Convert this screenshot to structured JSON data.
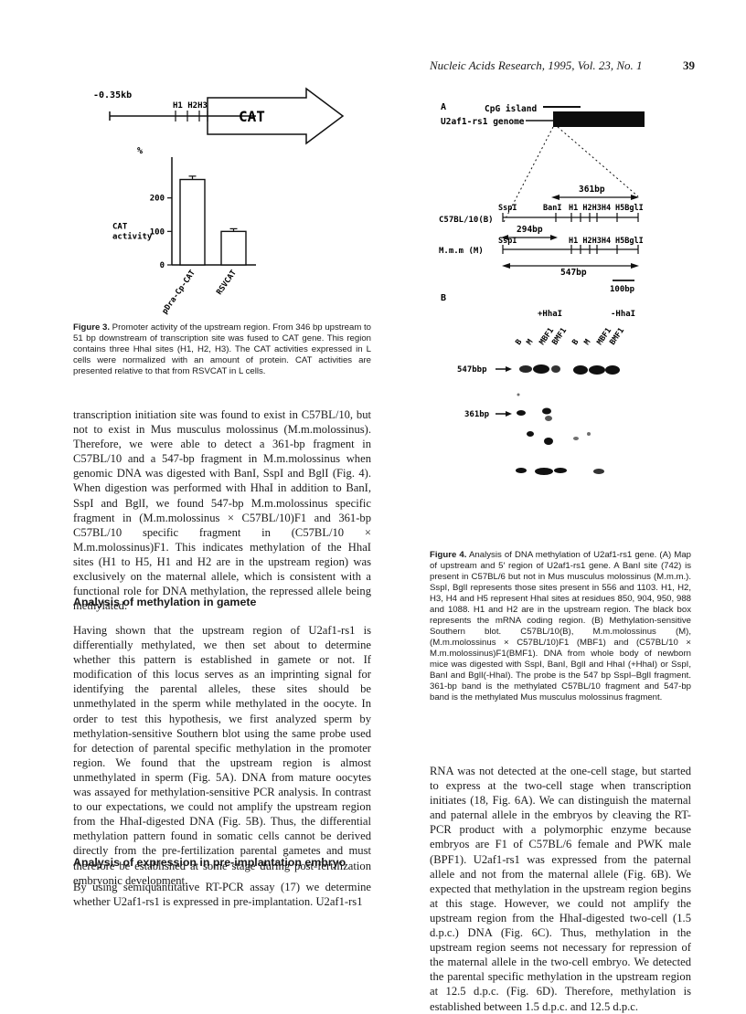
{
  "header": {
    "journal": "Nucleic Acids Research, 1995, Vol. 23, No. 1",
    "page_number": "39"
  },
  "figure3": {
    "construct": {
      "left_label": "-0.35kb",
      "sites_label": "H1 H2H3",
      "gene_label": "CAT"
    },
    "chart_data": {
      "type": "bar",
      "ylabel_unit": "%",
      "ylabel": "CAT activity",
      "categories": [
        "pDra-Cp-CAT",
        "RSVCAT"
      ],
      "values": [
        255,
        100
      ],
      "errors": [
        10,
        8
      ],
      "ylim": [
        0,
        300
      ],
      "yticks": [
        "0",
        "100",
        "200"
      ]
    },
    "caption": {
      "label": "Figure 3.",
      "text": " Promoter activity of the upstream region. From 346 bp upstream to 51 bp downstream of transcription site was fused to CAT gene. This region contains three HhaI sites (H1, H2, H3). The CAT activities expressed in L cells were normalized with an amount of protein. CAT activities are presented relative to that from RSVCAT in L cells."
    }
  },
  "figure4": {
    "panel_a": {
      "label": "A",
      "cpg_label": "CpG island",
      "genome_label": "U2af1-rs1 genome",
      "band_361": "361bp",
      "b6_label": "C57BL/10(B)",
      "b6_sites": [
        "SspI",
        "BanI",
        "H1 H2H3H4",
        "H5BglI"
      ],
      "band_294": "294bp",
      "mmm_label": "M.m.m (M)",
      "mmm_sites": [
        "SspI",
        "H1 H2H3H4",
        "H5BglI"
      ],
      "band_547": "547bp",
      "scale": "100bp"
    },
    "panel_b": {
      "label": "B",
      "group_plus": "+HhaI",
      "group_minus": "-HhaI",
      "lanes": [
        "B",
        "M",
        "MBF1",
        "BMF1",
        "B",
        "M",
        "MBF1",
        "BMF1"
      ],
      "marker_547": "547bbp",
      "marker_361": "361bp"
    },
    "caption": {
      "label": "Figure 4.",
      "text": " Analysis of DNA methylation of U2af1-rs1 gene. (A) Map of upstream and 5′ region of U2af1-rs1 gene. A BanI site (742) is present in C57BL/6 but not in Mus musculus molossinus (M.m.m.). SspI, BglI represents those sites present in 556 and 1103. H1, H2, H3, H4 and H5 represent HhaI sites at residues 850, 904, 950, 988 and 1088. H1 and H2 are in the upstream region. The black box represents the mRNA coding region. (B) Methylation-sensitive Southern blot. C57BL/10(B), M.m.molossinus (M), (M.m.molossinus × C57BL/10)F1 (MBF1) and (C57BL/10 × M.m.molossinus)F1(BMF1). DNA from whole body of newborn mice was digested with SspI, BanI, BglI and HhaI (+HhaI) or SspI, BanI and BglI(-HhaI). The probe is the 547 bp SspI–BglI fragment. 361-bp band is the methylated C57BL/10 fragment and 547-bp band is the methylated Mus musculus molossinus fragment."
    }
  },
  "left_column": {
    "para1": "transcription initiation site was found to exist in C57BL/10, but not to exist in Mus musculus molossinus (M.m.molossinus). Therefore, we were able to detect a 361-bp fragment in C57BL/10 and a 547-bp fragment in M.m.molossinus when genomic DNA was digested with BanI, SspI and BglI (Fig. 4). When digestion was performed with HhaI in addition to BanI, SspI and BglI, we found 547-bp M.m.molossinus specific fragment in (M.m.molossinus × C57BL/10)F1 and 361-bp C57BL/10 specific fragment in (C57BL/10 × M.m.molossinus)F1. This indicates methylation of the HhaI sites (H1 to H5, H1 and H2 are in the upstream region) was exclusively on the maternal allele, which is consistent with a functional role for DNA methylation, the repressed allele being methylated.",
    "heading1": "Analysis of methylation in gamete",
    "para2": "Having shown that the upstream region of U2af1-rs1 is differentially methylated, we then set about to determine whether this pattern is established in gamete or not. If modification of this locus serves as an imprinting signal for identifying the parental alleles, these sites should be unmethylated in the sperm while methylated in the oocyte. In order to test this hypothesis, we first analyzed sperm by methylation-sensitive Southern blot using the same probe used for detection of parental specific methylation in the promoter region. We found that the upstream region is almost unmethylated in sperm (Fig. 5A). DNA from mature oocytes was assayed for methylation-sensitive PCR analysis. In contrast to our expectations, we could not amplify the upstream region from the HhaI-digested DNA (Fig. 5B). Thus, the differential methylation pattern found in somatic cells cannot be derived directly from the pre-fertilization parental gametes and must therefore be established at some stage during post-fertilization embryonic development.",
    "heading2": "Analysis of expression in pre-implantation embryo",
    "para3": "By using semiquantitative RT-PCR assay (17) we determine whether U2af1-rs1 is expressed in pre-implantation. U2af1-rs1"
  },
  "right_column": {
    "para1": "RNA was not detected at the one-cell stage, but started to express at the two-cell stage when transcription initiates (18, Fig. 6A). We can distinguish the maternal and paternal allele in the embryos by cleaving the RT-PCR product with a polymorphic enzyme because embryos are F1 of C57BL/6 female and PWK male (BPF1). U2af1-rs1 was expressed from the paternal allele and not from the maternal allele (Fig. 6B). We expected that methylation in the upstream region begins at this stage. However, we could not amplify the upstream region from the HhaI-digested two-cell (1.5 d.p.c.) DNA (Fig. 6C). Thus, methylation in the upstream region seems not necessary for repression of the maternal allele in the two-cell embryo. We detected the parental specific methylation in the upstream region at 12.5 d.p.c. (Fig. 6D). Therefore, methylation is established between 1.5 d.p.c. and 12.5 d.p.c."
  }
}
